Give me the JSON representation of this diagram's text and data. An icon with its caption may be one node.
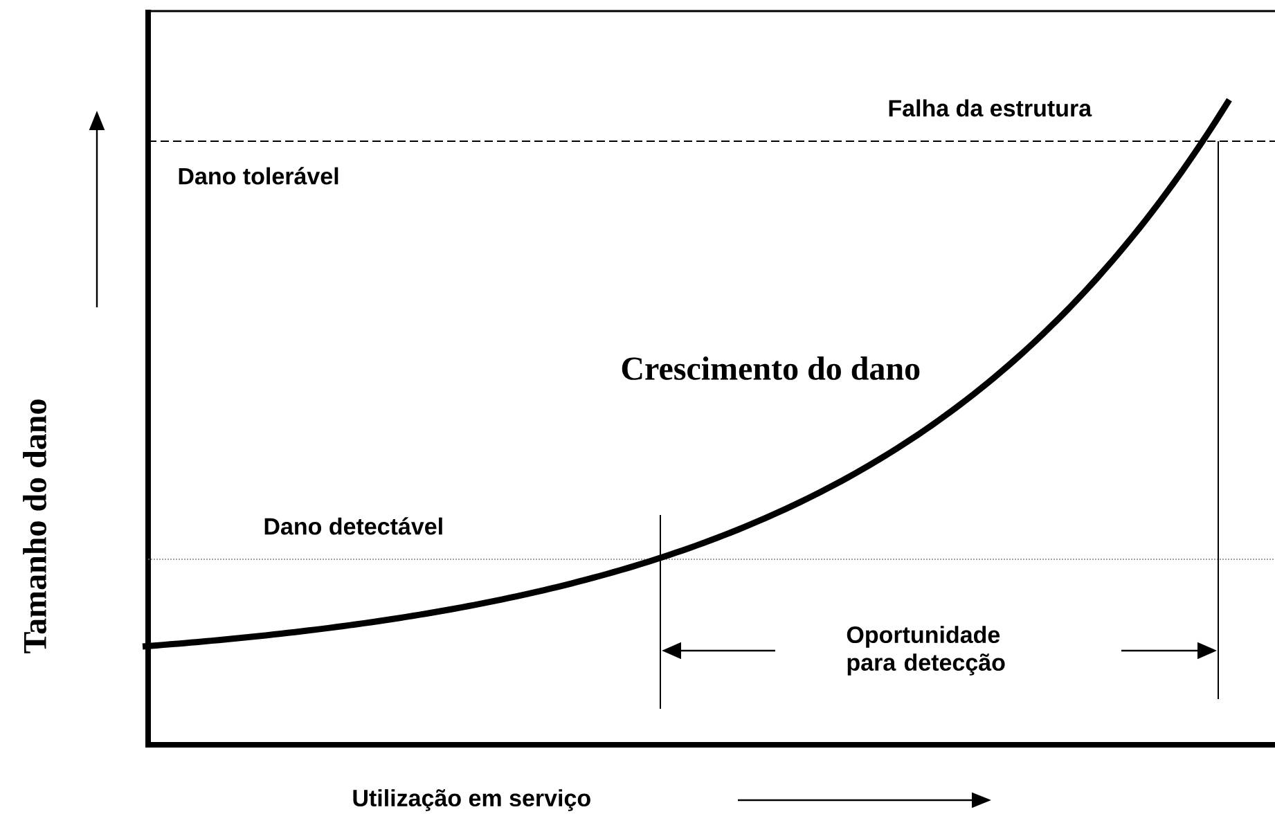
{
  "diagram": {
    "labels": [
      "Falha da estrutura",
      "Dano tolerável",
      "Crescimento do dano",
      "Dano detectável",
      "Oportunidade para detecção",
      "Tamanho do dano",
      "Utilização em serviço"
    ]
  }
}
